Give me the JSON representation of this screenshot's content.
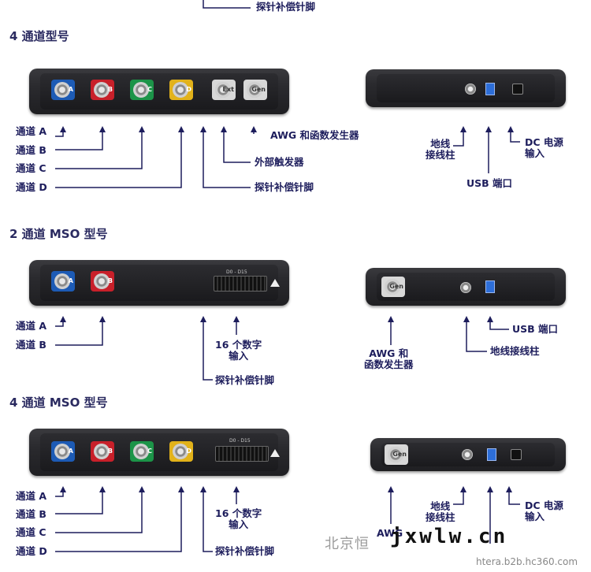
{
  "top_fragment": "探针补偿针脚",
  "sections": [
    {
      "title": "4 通道型号",
      "front_labels": [
        "通道 A",
        "通道 B",
        "通道 C",
        "通道 D"
      ],
      "front_right_labels": [
        "AWG 和函数发生器",
        "外部触发器",
        "探针补偿针脚"
      ],
      "rear_labels": {
        "ground": "地线\n接线柱",
        "dc": "DC 电源\n输入",
        "usb": "USB 端口"
      }
    },
    {
      "title": "2 通道 MSO 型号",
      "front_labels": [
        "通道 A",
        "通道 B"
      ],
      "digital": "16 个数字\n输入",
      "probe": "探针补偿针脚",
      "rear_labels": {
        "awg": "AWG 和\n函数发生器",
        "usb": "USB 端口",
        "ground": "地线接线柱"
      }
    },
    {
      "title": "4 通道 MSO 型号",
      "front_labels": [
        "通道 A",
        "通道 B",
        "通道 C",
        "通道 D"
      ],
      "digital": "16 个数字\n输入",
      "probe": "探针补偿针脚",
      "rear_labels": {
        "awg": "AWG",
        "ground": "地线\n接线柱",
        "dc": "DC 电源\n输入"
      }
    }
  ],
  "device_text": {
    "ext": "Ext",
    "gen": "Gen",
    "digital_range": "D0 - D15"
  },
  "channel_colors": {
    "A": "#1d5bb5",
    "B": "#c8202a",
    "C": "#1c9448",
    "D": "#e2b21a",
    "ext": "#d8d8d8"
  },
  "watermark": {
    "company": "北京恒",
    "site": "jxwlw.cn",
    "url": "htera.b2b.hc360.com"
  }
}
